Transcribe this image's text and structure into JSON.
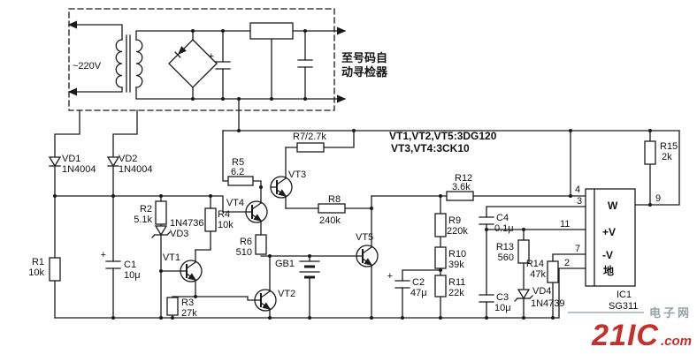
{
  "power": {
    "mains": "~220V",
    "dest1": "至号码自",
    "dest2": "动寻检器"
  },
  "notes": [
    "VT1,VT2,VT5:3DG120",
    "VT3,VT4:3CK10"
  ],
  "misc": {
    "plus": "+"
  },
  "components": {
    "vd1": {
      "ref": "VD1",
      "val": "1N4004"
    },
    "vd2": {
      "ref": "VD2",
      "val": "1N4004"
    },
    "vd3": {
      "ref": "VD3",
      "val": "1N4736"
    },
    "vd4": {
      "ref": "VD4",
      "val": "1N4739"
    },
    "r1": {
      "ref": "R1",
      "val": "10k"
    },
    "r2": {
      "ref": "R2",
      "val": "5.1k"
    },
    "r3": {
      "ref": "R3",
      "val": "27k"
    },
    "r4": {
      "ref": "R4",
      "val": "10k"
    },
    "r5": {
      "ref": "R5",
      "val": "6.2"
    },
    "r6": {
      "ref": "R6",
      "val": "510"
    },
    "r7": {
      "ref": "R7/2.7k"
    },
    "r8": {
      "ref": "R8",
      "val": "240k"
    },
    "r9": {
      "ref": "R9",
      "val": "220k"
    },
    "r10": {
      "ref": "R10",
      "val": "39k"
    },
    "r11": {
      "ref": "R11",
      "val": "22k"
    },
    "r12": {
      "ref": "R12",
      "val": "3.6k"
    },
    "r13": {
      "ref": "R13",
      "val": "560"
    },
    "r14": {
      "ref": "R14",
      "val": "47k"
    },
    "r15": {
      "ref": "R15",
      "val": "2k"
    },
    "c1": {
      "ref": "C1",
      "val": "10μ"
    },
    "c2": {
      "ref": "C2",
      "val": "47μ"
    },
    "c3": {
      "ref": "C3",
      "val": "10μ"
    },
    "c4": {
      "ref": "C4",
      "val": "0.1μ"
    },
    "vt1": {
      "ref": "VT1"
    },
    "vt2": {
      "ref": "VT2"
    },
    "vt3": {
      "ref": "VT3"
    },
    "vt4": {
      "ref": "VT4"
    },
    "vt5": {
      "ref": "VT5"
    },
    "gb1": {
      "ref": "GB1"
    }
  },
  "ic": {
    "ref": "IC1",
    "part": "SG311",
    "pins": [
      "4",
      "3",
      "9",
      "11",
      "7",
      "2"
    ],
    "internal": [
      "W",
      "+V",
      "-V",
      "地"
    ]
  },
  "watermark": {
    "brand": "21IC",
    "suffix": ".com",
    "site": "电子网",
    "brand_color": "#c5302a",
    "site_color": "#97a1a6"
  }
}
